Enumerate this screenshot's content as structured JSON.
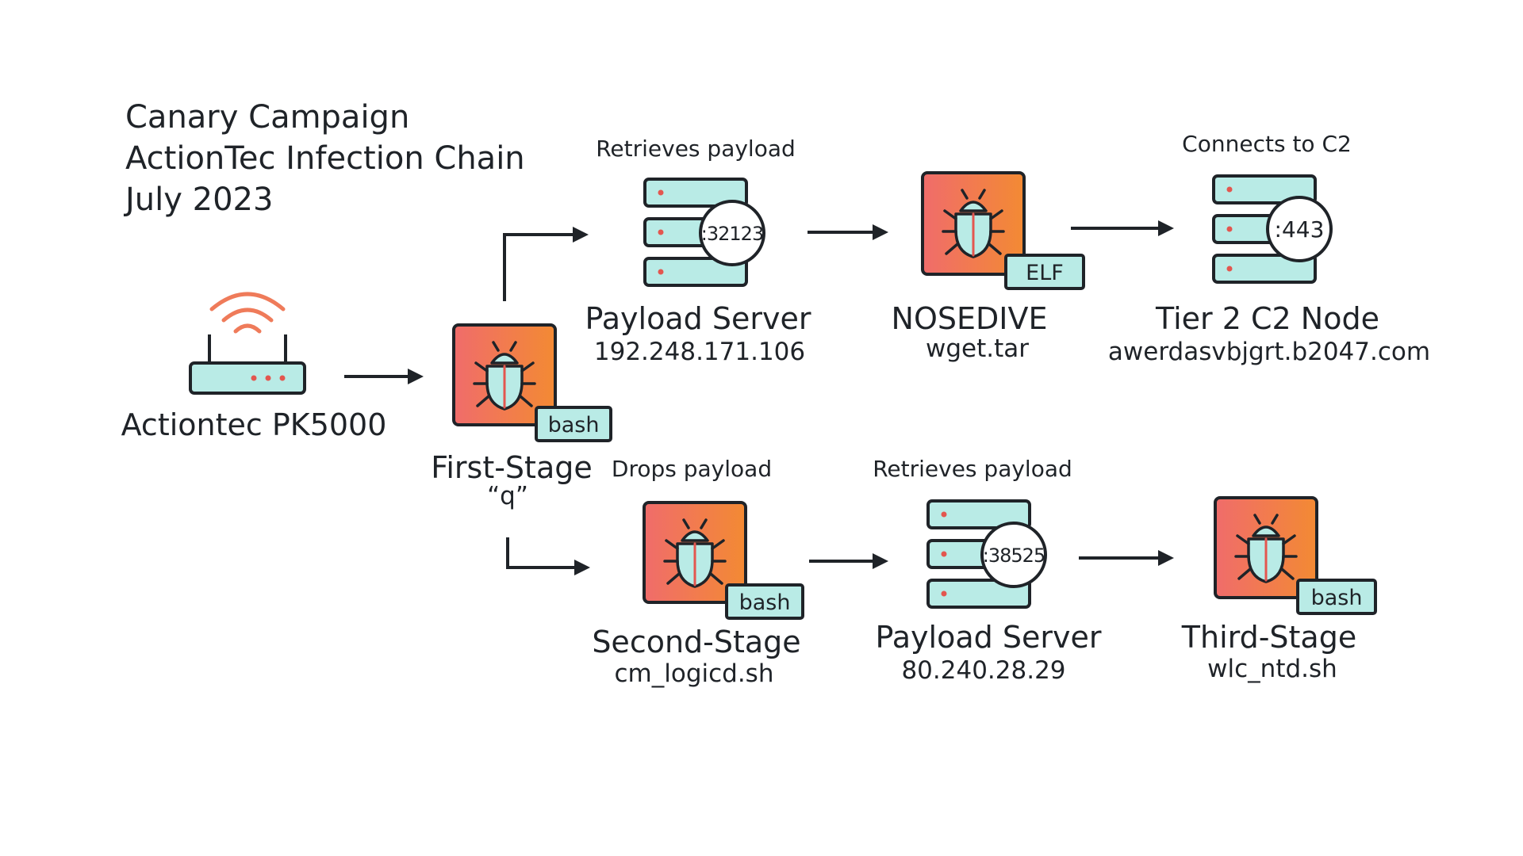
{
  "title": {
    "line1": "Canary Campaign",
    "line2": "ActionTec Infection Chain",
    "line3": "July 2023"
  },
  "colors": {
    "teal": "#b9ebe6",
    "outline": "#1f2328",
    "bug_gradient_start": "#f06c6b",
    "bug_gradient_end": "#f38a33",
    "wifi": "#ef7b5a",
    "accent_dot": "#e3564f"
  },
  "nodes": {
    "router": {
      "name": "Actiontec PK5000",
      "icon": "router-icon"
    },
    "first_stage": {
      "name": "First-Stage",
      "sub": "“q”",
      "tag": "bash",
      "icon": "bug-icon"
    },
    "payload_server_1": {
      "caption": "Retrieves payload",
      "name": "Payload Server",
      "sub": "192.248.171.106",
      "port": ":32123",
      "icon": "server-icon"
    },
    "nosedive": {
      "name": "NOSEDIVE",
      "sub": "wget.tar",
      "tag": "ELF",
      "icon": "bug-icon"
    },
    "c2_node": {
      "caption": "Connects to C2",
      "name": "Tier 2 C2 Node",
      "sub": "awerdasvbjgrt.b2047.com",
      "port": ":443",
      "icon": "server-icon"
    },
    "second_stage": {
      "caption": "Drops payload",
      "name": "Second-Stage",
      "sub": "cm_logicd.sh",
      "tag": "bash",
      "icon": "bug-icon"
    },
    "payload_server_2": {
      "caption": "Retrieves payload",
      "name": "Payload Server",
      "sub": "80.240.28.29",
      "port": ":38525",
      "icon": "server-icon"
    },
    "third_stage": {
      "name": "Third-Stage",
      "sub": "wlc_ntd.sh",
      "tag": "bash",
      "icon": "bug-icon"
    }
  }
}
